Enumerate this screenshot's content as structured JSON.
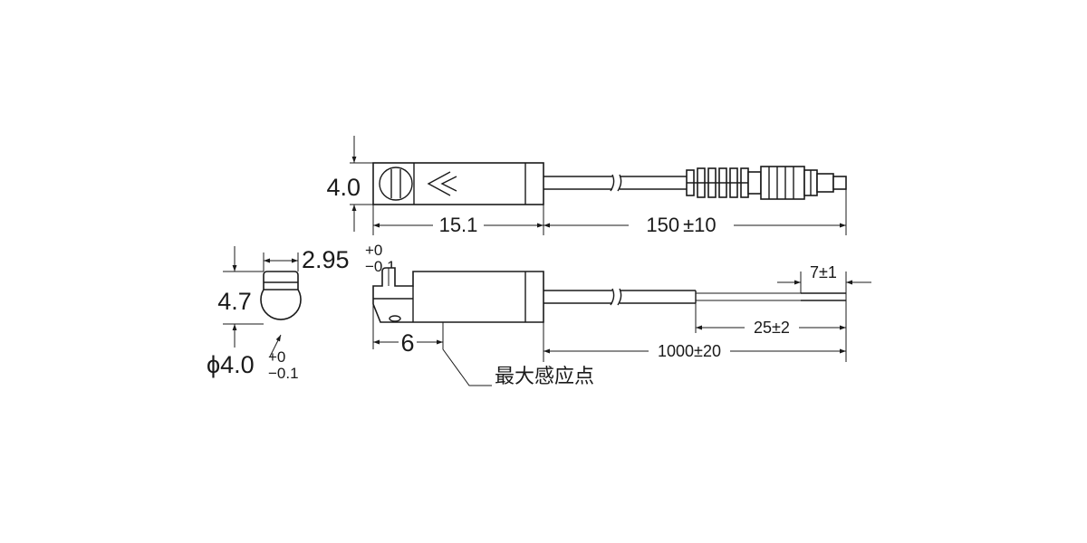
{
  "top_view": {
    "height_dim": "4.0",
    "body_length_dim": "15.1",
    "cable_length_dim": "150",
    "cable_tolerance": "±10"
  },
  "end_view": {
    "height_dim": "4.7",
    "diameter_dim": "ϕ4.0",
    "diameter_tol_upper": "+0",
    "diameter_tol_lower": "−0.1"
  },
  "side_view": {
    "width_dim": "2.95",
    "width_tol_upper": "+0",
    "width_tol_lower": "−0.1",
    "sensing_offset_dim": "6",
    "cable_length_dim": "1000±20",
    "strip_length_dim": "25±2",
    "wire_strip_dim": "7±1",
    "sensing_point_label": "最大感应点"
  }
}
